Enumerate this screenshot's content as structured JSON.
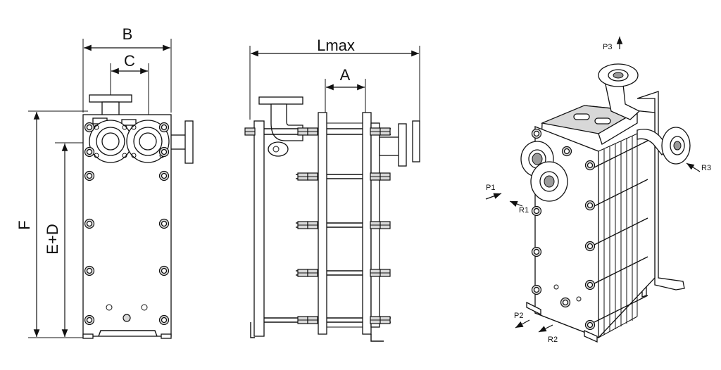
{
  "front_view": {
    "dim_b": "B",
    "dim_c": "C",
    "dim_f": "F",
    "dim_ed": "E+D"
  },
  "side_view": {
    "dim_lmax": "Lmax",
    "dim_a": "A"
  },
  "iso_view": {
    "p1": "P1",
    "r1": "R1",
    "p2": "P2",
    "r2": "R2",
    "p3": "P3",
    "r3": "R3"
  }
}
